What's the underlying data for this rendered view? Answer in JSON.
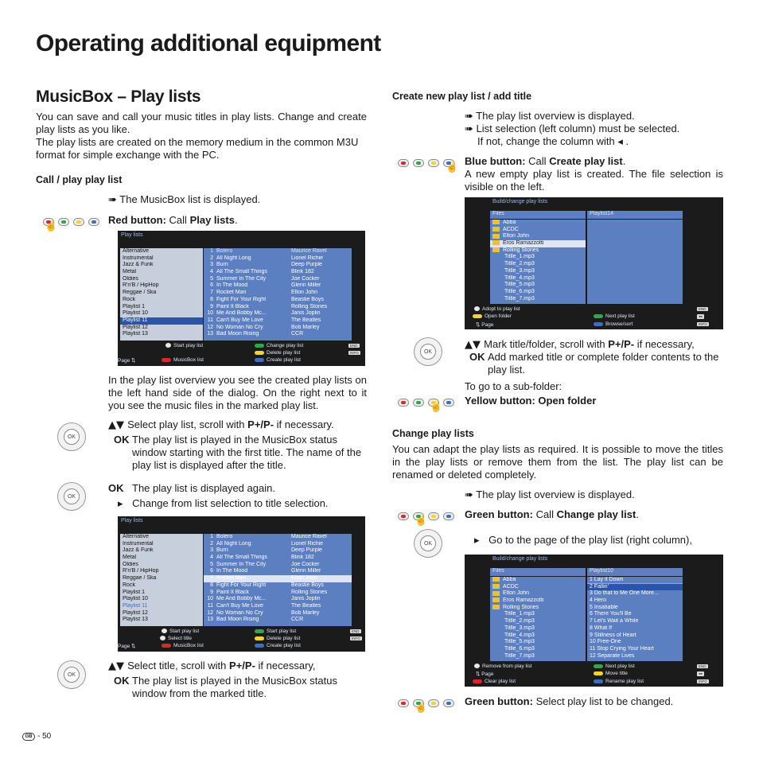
{
  "page": {
    "title": "Operating additional equipment",
    "section_title": "MusicBox – Play lists",
    "page_number": "- 50",
    "country_badge": "GB"
  },
  "intro": {
    "p1": "You can save and call your music titles in play lists. Change and create play lists as you like.",
    "p2": "The play lists are created on the memory medium in the common M3U format for simple exchange with the PC."
  },
  "call_section": {
    "heading": "Call / play play list",
    "step1": "The MusicBox list is displayed.",
    "red_label": "Red button:",
    "red_action_prefix": "Call",
    "red_action": "Play lists",
    "overview_text": "In the play list overview you see the created play lists on the left hand side of the dialog. On the right next to it you see the music files in the marked play list.",
    "select_list": "Select play list, scroll with",
    "pplus": "P+/P-",
    "if_necessary": "if necessary.",
    "if_necessary_comma": "if necessary,",
    "ok": "OK",
    "ok_text1": "The play list is played in the MusicBox status window starting with the first title. The name of the play list is displayed after the title.",
    "ok_text2": "The play list is displayed again.",
    "change_sel": "Change from list selection to title selection.",
    "select_title": "Select title, scroll with",
    "ok_text3": "The play list is played in the MusicBox status window from the marked title."
  },
  "create_section": {
    "heading": "Create new play list / add title",
    "step1": "The play list overview is displayed.",
    "step2a": "List selection (left column) must be selected.",
    "step2b": "If not, change the column with",
    "blue_label": "Blue button:",
    "blue_prefix": "Call",
    "blue_action": "Create play list",
    "blue_text": "A new empty play list is created. The file selection is visible on the left.",
    "mark_text": "Mark title/folder, scroll with",
    "ok_add": "Add marked title or complete folder contents to the play list.",
    "subfolder": "To go to a sub-folder:",
    "yellow": "Yellow button: Open folder"
  },
  "change_section": {
    "heading": "Change play lists",
    "text": "You can adapt the play lists as required. It is possible to move the titles in the play lists or remove them from the list. The play list can be renamed or deleted completely.",
    "step1": "The play list overview is displayed.",
    "green_label": "Green button:",
    "green_prefix": "Call",
    "green_action": "Change play list",
    "goto": "Go to the page of the play list (right column),",
    "green_final_label": "Green button:",
    "green_final": "Select play list to be changed."
  },
  "screen1": {
    "title": "Play lists",
    "lists": [
      "Alternative",
      "Instrumental",
      "Jazz & Funk",
      "Metal",
      "Oldies",
      "R'n'B / HipHop",
      "Reggae / Ska",
      "Rock",
      "Playlist 1",
      "Playlist 10",
      "Playlist 11",
      "Playlist 12",
      "Playlist 13"
    ],
    "tracks": [
      {
        "n": "1",
        "t": "Bolero",
        "a": "Maurice Ravel"
      },
      {
        "n": "2",
        "t": "All Night Long",
        "a": "Lionel Richie"
      },
      {
        "n": "3",
        "t": "Burn",
        "a": "Deep Purple"
      },
      {
        "n": "4",
        "t": "All The Small Things",
        "a": "Blink 182"
      },
      {
        "n": "5",
        "t": "Summer In The City",
        "a": "Joe Cocker"
      },
      {
        "n": "6",
        "t": "In The Mood",
        "a": "Glenn Miller"
      },
      {
        "n": "7",
        "t": "Rocket Man",
        "a": "Elton John"
      },
      {
        "n": "8",
        "t": "Fight For Your Right",
        "a": "Beastie Boys"
      },
      {
        "n": "9",
        "t": "Paint It Black",
        "a": "Rolling Stones"
      },
      {
        "n": "10",
        "t": "Me And Bobby Mc...",
        "a": "Janis Joplin"
      },
      {
        "n": "11",
        "t": "Can't Buy Me Love",
        "a": "The Beatles"
      },
      {
        "n": "12",
        "t": "No Woman No Cry",
        "a": "Bob Marley"
      },
      {
        "n": "13",
        "t": "Bad Moon Rising",
        "a": "CCR"
      }
    ],
    "foot": {
      "start": "Start play list",
      "musicbox": "MusicBox list",
      "page": "Page",
      "change": "Change play list",
      "delete": "Delete play list",
      "create": "Create play list",
      "select": "Select title",
      "end": "END",
      "info": "INFO"
    }
  },
  "screen3": {
    "title": "Build/change play lists",
    "files_label": "Files",
    "playlist_label": "Playlist14",
    "files": [
      "Abba",
      "ACDC",
      "Elton John",
      "Eros Ramazzotti",
      "Rolling Stones",
      "Titlle_1.mp3",
      "Titlle_2.mp3",
      "Titlle_3.mp3",
      "Titlle_4.mp3",
      "Titlle_5.mp3",
      "Titlle_6.mp3",
      "Titlle_7.mp3"
    ],
    "foot": {
      "add": "Adopt to play list",
      "open": "Open folder",
      "page": "Page",
      "next": "Next play list",
      "browse": "Browse/sort",
      "end": "END",
      "info": "INFO"
    }
  },
  "screen4": {
    "title": "Build/change play lists",
    "files_label": "Files",
    "playlist_label": "Playlist10",
    "files": [
      "Abba",
      "ACDC",
      "Elton John",
      "Eros Ramazzotti",
      "Rolling Stones",
      "Titlle_1.mp3",
      "Titlle_2.mp3",
      "Titlle_3.mp3",
      "Titlle_4.mp3",
      "Titlle_5.mp3",
      "Titlle_6.mp3",
      "Titlle_7.mp3"
    ],
    "tracks": [
      "1  Lay it Down",
      "2  Fallin'",
      "3  Do that to Me One More...",
      "4  Hero",
      "5  Insatiable",
      "6  There You'll Be",
      "7  Let's Wait a While",
      "8  What If",
      "9  Stillness of Heart",
      "10 Free-One",
      "11 Stop Crying Your Heart",
      "12 Separate Lives"
    ],
    "foot": {
      "remove": "Remove from play list",
      "page": "Page",
      "clear": "Clear play list",
      "next": "Next play list",
      "move": "Move title",
      "rename": "Rename play list",
      "end": "END",
      "info": "INFO"
    }
  },
  "colors": {
    "red": "#d8282c",
    "green": "#2ea64a",
    "yellow": "#f1d52a",
    "blue": "#3a6fc4",
    "screen_blue": "#5b7fc0"
  }
}
